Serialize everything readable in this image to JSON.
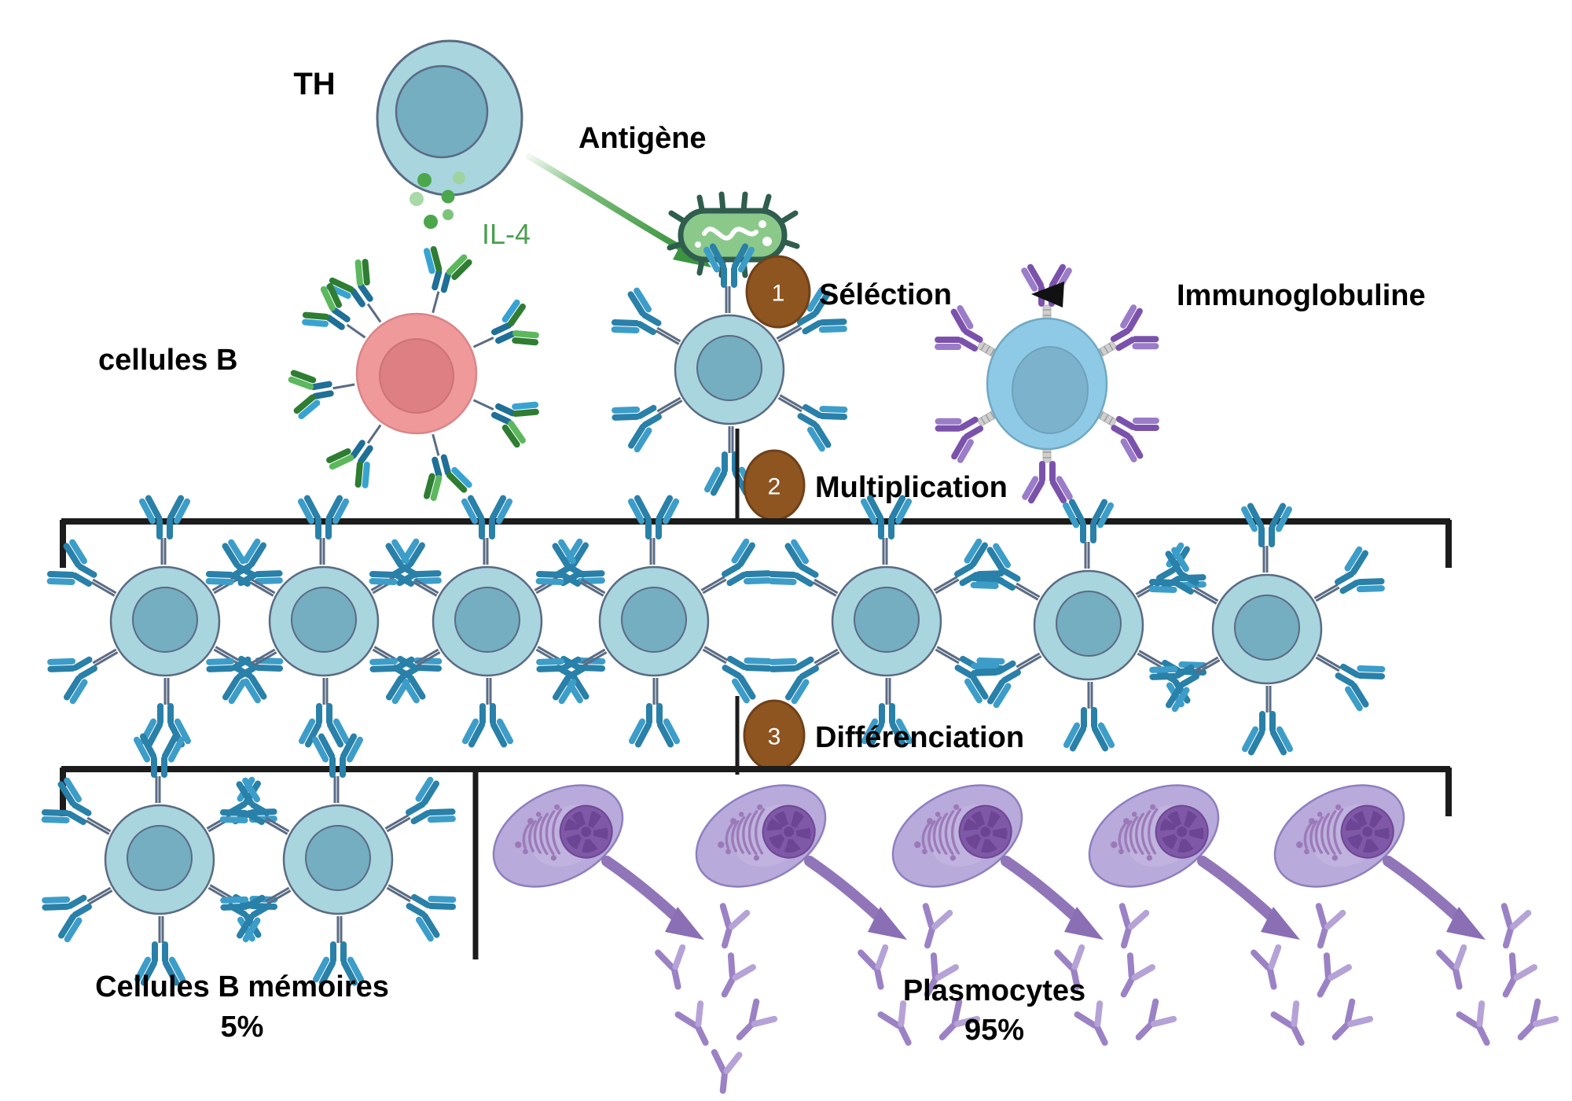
{
  "diagram": {
    "title_labels": {
      "th": "TH",
      "cellules_b": "cellules B",
      "antigene": "Antigène",
      "il4": "IL-4",
      "immunoglobuline": "Immunoglobuline"
    },
    "steps": [
      {
        "number": "1",
        "label": "Séléction"
      },
      {
        "number": "2",
        "label": "Multiplication"
      },
      {
        "number": "3",
        "label": "Différenciation"
      }
    ],
    "outcomes": [
      {
        "name": "Cellules B mémoires",
        "percent": "5%"
      },
      {
        "name": "Plasmocytes",
        "percent": "95%"
      }
    ],
    "counts": {
      "clonal_b_cells": 7,
      "memory_b_cells": 2,
      "plasma_cells": 5,
      "antibodies_per_b_cell": 6,
      "immunoglobulins_on_blue_cell": 6,
      "il4_dots": 6
    },
    "colors": {
      "b_cell_cytoplasm": "#a8d5de",
      "b_cell_nucleus": "#74aec0",
      "b_cell_stroke": "#5a6b84",
      "activated_b_cell": "#8ecae6",
      "naive_b_cell_cytoplasm": "#f0999a",
      "naive_b_cell_nucleus": "#dd7f83",
      "antibody_blue": "#2980a8",
      "antibody_blue_light": "#38a3d1",
      "antibody_green": "#4caf50",
      "antibody_green_dark": "#2e7d32",
      "immunoglobulin_purple": "#7b52ab",
      "plasma_cell_body": "#b8aada",
      "plasma_cell_nucleus": "#8058a8",
      "antibody_purple": "#9b82c4",
      "badge_brown": "#8e5521",
      "bacteria_green": "#8bc98b",
      "bacteria_outline": "#2f5d4e",
      "il4_arrow_green": "#4ca64c",
      "bracket_black": "#1c1c1c",
      "text_black": "#000000"
    }
  }
}
